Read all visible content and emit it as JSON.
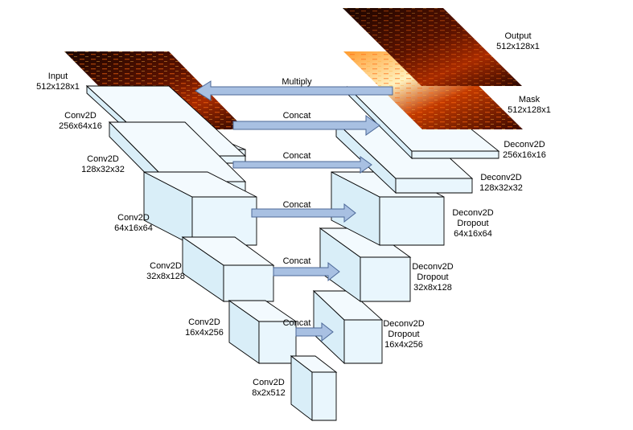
{
  "encoder": [
    {
      "name": "Input",
      "shape": "512x128x1"
    },
    {
      "name": "Conv2D",
      "shape": "256x64x16"
    },
    {
      "name": "Conv2D",
      "shape": "128x32x32"
    },
    {
      "name": "Conv2D",
      "shape": "64x16x64"
    },
    {
      "name": "Conv2D",
      "shape": "32x8x128"
    },
    {
      "name": "Conv2D",
      "shape": "16x4x256"
    },
    {
      "name": "Conv2D",
      "shape": "8x2x512"
    }
  ],
  "decoder": [
    {
      "name": "Output",
      "shape": "512x128x1"
    },
    {
      "name": "Mask",
      "shape": "512x128x1"
    },
    {
      "name": "Deconv2D",
      "shape": "256x16x16"
    },
    {
      "name": "Deconv2D",
      "shape": "128x32x32"
    },
    {
      "name": "Deconv2D",
      "sub": "Dropout",
      "shape": "64x16x64"
    },
    {
      "name": "Deconv2D",
      "sub": "Dropout",
      "shape": "32x8x128"
    },
    {
      "name": "Deconv2D",
      "sub": "Dropout",
      "shape": "16x4x256"
    }
  ],
  "connections": [
    "Multiply",
    "Concat",
    "Concat",
    "Concat",
    "Concat",
    "Concat"
  ],
  "colors": {
    "box_fill": "#e9f6fd",
    "arrow_fill": "#a8c0e2",
    "arrow_stroke": "#4b6797"
  }
}
